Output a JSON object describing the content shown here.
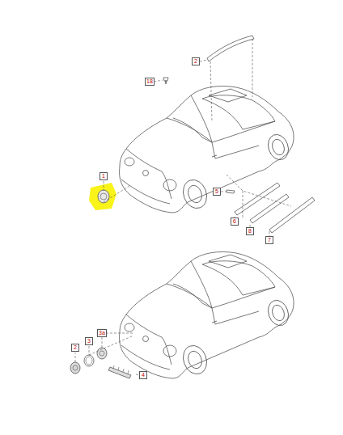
{
  "diagram": {
    "labels": [
      "2",
      "18",
      "1",
      "5",
      "6",
      "8",
      "7",
      "3",
      "2",
      "3a",
      "4"
    ]
  }
}
